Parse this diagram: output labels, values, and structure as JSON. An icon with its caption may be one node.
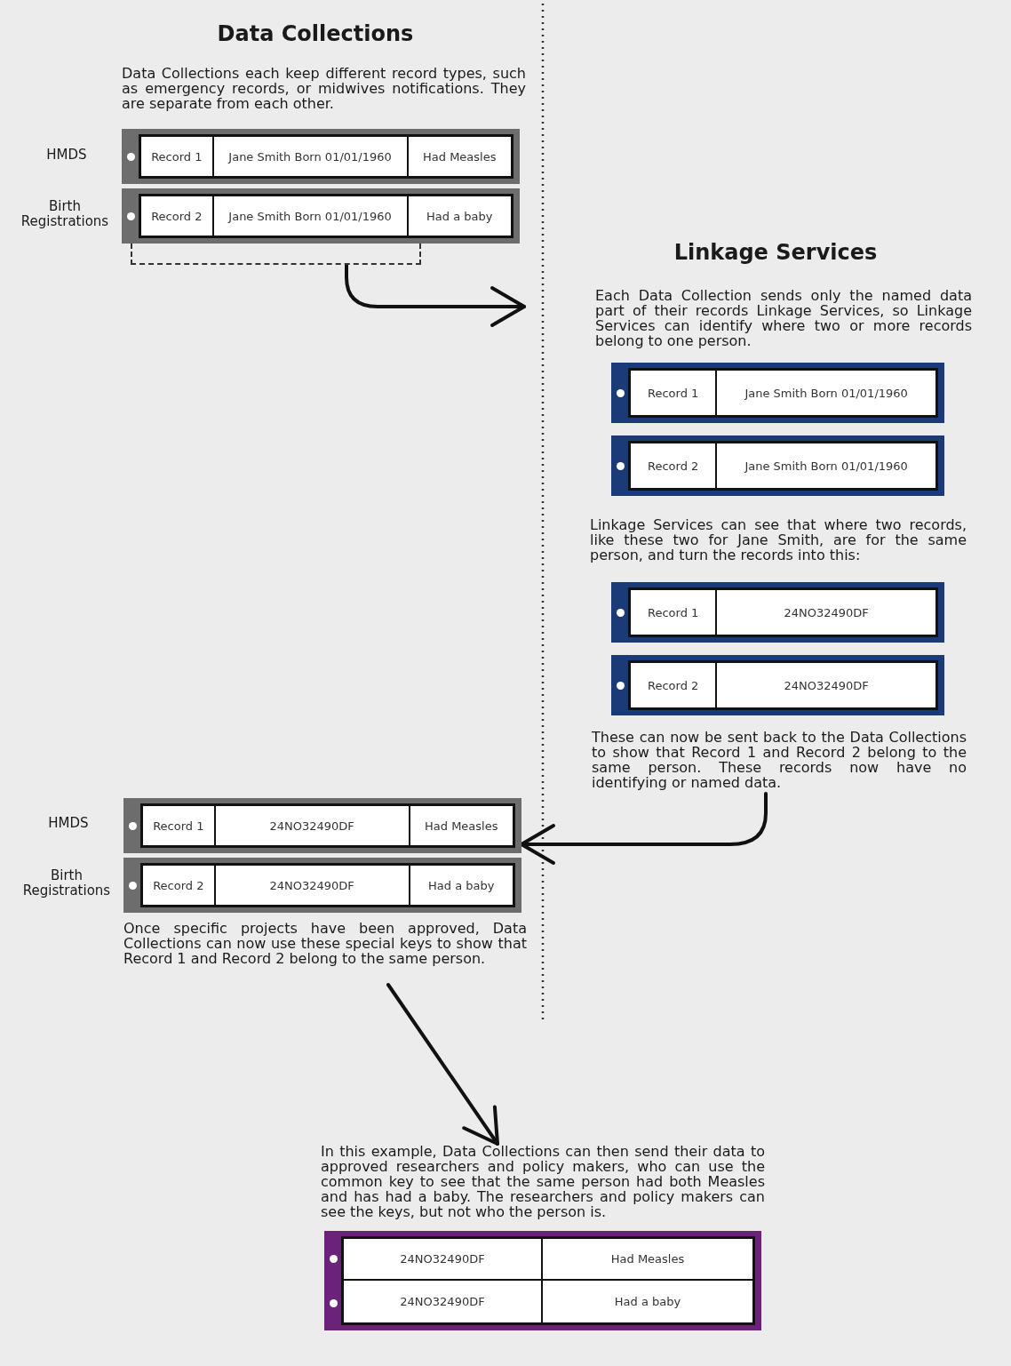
{
  "diagram": {
    "nodes": [
      {
        "text": [
          "Record 1",
          "Jane Smith Born 01/01/1960",
          "Had Measles"
        ],
        "beside": [
          "Data Collections each keep different record types, such as emergency records, or midwives notifications. They are separate from each other.",
          "HMDS"
        ]
      },
      {
        "text": [
          "Record 2",
          "Jane Smith Born 01/01/1960",
          "Had a baby"
        ],
        "beside": [
          "Birth Registrations"
        ]
      },
      {
        "text": [],
        "shape": "bracket"
      },
      {
        "text": [
          "Record 1",
          "Jane Smith Born 01/01/1960"
        ],
        "beside": [
          "Each Data Collection sends only the named data part of their records Linkage Services, so Linkage Services can identify where two or more records belong to one person."
        ]
      },
      {
        "text": [
          "Record 2",
          "Jane Smith Born 01/01/1960"
        ]
      },
      {
        "text": [
          "Record 1",
          "24NO32490DF"
        ],
        "beside": [
          "Linkage Services can see that where two records, like these two for Jane Smith, are for the same person, and turn the records into this:"
        ]
      },
      {
        "text": [
          "Record 2",
          "24NO32490DF"
        ],
        "beside": [
          "These can now be sent back to the Data Collections to show that Record 1 and Record 2 belong to the same person. These records now have no identifying or named data."
        ]
      },
      {
        "text": [
          "Record 1",
          "24NO32490DF",
          "Had Measles"
        ],
        "beside": [
          "HMDS"
        ]
      },
      {
        "text": [
          "Record 2",
          "24NO32490DF",
          "Had a baby"
        ],
        "beside": [
          "Birth Registrations",
          "Once specific projects have been approved, Data Collections can now use these special keys to show that Record 1 and Record 2 belong to the same person."
        ]
      },
      {
        "text": [
          "24NO32490DF",
          "Had Measles",
          "24NO32490DF",
          "Had a baby"
        ],
        "beside": [
          "In this example, Data Collections can then send their data to approved researchers and policy makers, who can use the common key to see that the same person had both Measles and has had a baby. The researchers and policy makers can see the keys, but not who the person is."
        ]
      }
    ],
    "edges": [
      {
        "from": 2,
        "to": null,
        "arrow": "to"
      },
      {
        "from": 6,
        "to": 7,
        "arrow": "to"
      },
      {
        "from": 8,
        "to": 9,
        "arrow": "to"
      }
    ],
    "labels": [
      "Data Collections",
      "Linkage Services"
    ]
  }
}
